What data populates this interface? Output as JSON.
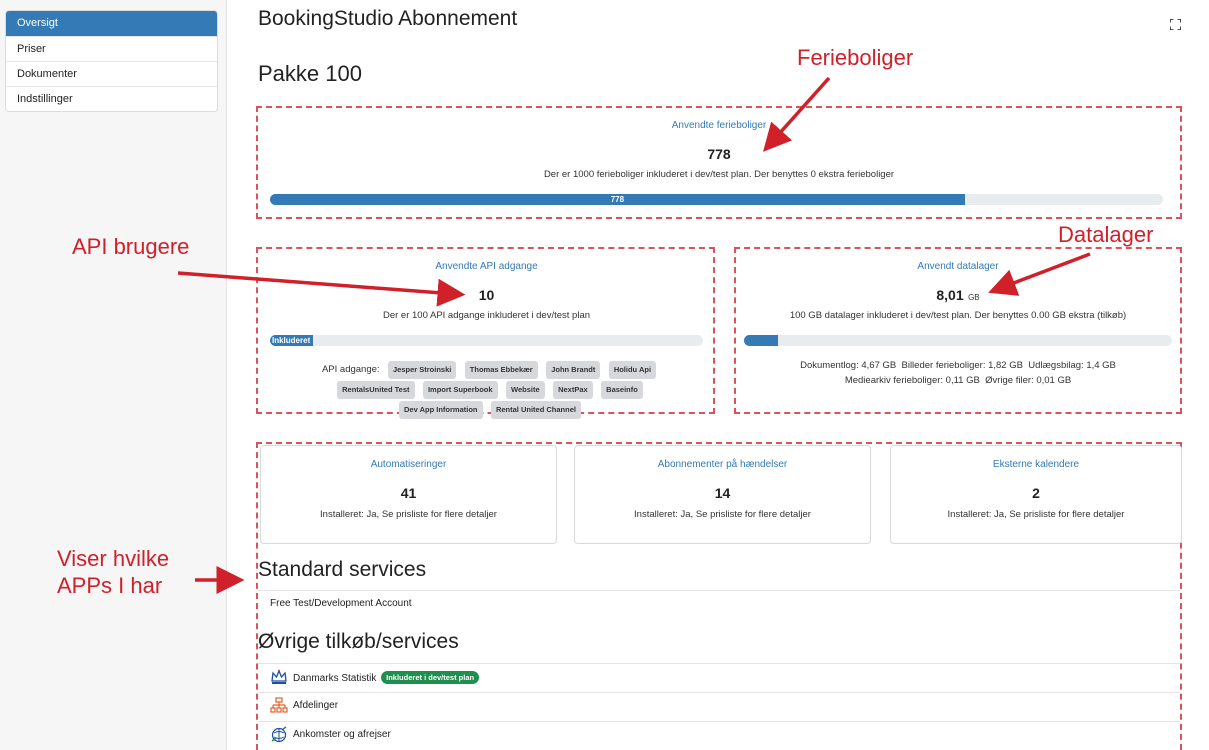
{
  "sidebar": {
    "items": [
      {
        "label": "Oversigt"
      },
      {
        "label": "Priser"
      },
      {
        "label": "Dokumenter"
      },
      {
        "label": "Indstillinger"
      }
    ]
  },
  "header": {
    "title": "BookingStudio Abonnement",
    "fullscreen_icon": "fullscreen-icon"
  },
  "package": {
    "title": "Pakke 100"
  },
  "holiday_homes": {
    "title": "Anvendte ferieboliger",
    "value": "778",
    "description": "Der er 1000 ferieboliger inkluderet i dev/test plan. Der benyttes 0 ekstra ferieboliger",
    "progress_label": "778",
    "progress_fraction": 0.778
  },
  "api": {
    "title": "Anvendte API adgange",
    "value": "10",
    "description": "Der er 100 API adgange inkluderet i dev/test plan",
    "progress_label": "Inkluderet",
    "progress_fraction": 0.1,
    "users_label": "API adgange:",
    "users": [
      "Jesper Stroinski",
      "Thomas Ebbekær",
      "John Brandt",
      "Holidu Api",
      "RentalsUnited Test",
      "Import Superbook",
      "Website",
      "NextPax",
      "Baseinfo",
      "Dev App Information",
      "Rental United Channel"
    ]
  },
  "storage": {
    "title": "Anvendt datalager",
    "value": "8,01",
    "unit": "GB",
    "description": "100 GB datalager inkluderet i dev/test plan. Der benyttes 0.00 GB ekstra (tilkøb)",
    "progress_fraction": 0.08,
    "breakdown_line1": "Dokumentlog: 4,67 GB  Billeder ferieboliger: 1,82 GB  Udlægsbilag: 1,4 GB",
    "breakdown_line2": "Mediearkiv ferieboliger: 0,11 GB  Øvrige filer: 0,01 GB"
  },
  "services": [
    {
      "title": "Automatiseringer",
      "value": "41",
      "description": "Installeret: Ja, Se prisliste for flere detaljer"
    },
    {
      "title": "Abonnementer på hændelser",
      "value": "14",
      "description": "Installeret: Ja, Se prisliste for flere detaljer"
    },
    {
      "title": "Eksterne kalendere",
      "value": "2",
      "description": "Installeret: Ja, Se prisliste for flere detaljer"
    }
  ],
  "standard_services": {
    "title": "Standard services",
    "items": [
      "Free Test/Development Account"
    ]
  },
  "other_services": {
    "title": "Øvrige tilkøb/services",
    "items": [
      {
        "label": "Danmarks Statistik",
        "badge": "Inkluderet i dev/test plan",
        "icon": "crown-icon"
      },
      {
        "label": "Afdelinger",
        "icon": "org-chart-icon"
      },
      {
        "label": "Ankomster og afrejser",
        "icon": "globe-arrows-icon"
      }
    ]
  },
  "annotations": {
    "ferieboliger": "Ferieboliger",
    "api_brugere": "API brugere",
    "datalager": "Datalager",
    "apps_line1": "Viser hvilke",
    "apps_line2": "APPs I har"
  },
  "colors": {
    "accent": "#337ab7",
    "annotation": "#d0202a",
    "badge_green": "#1e8f4e"
  }
}
